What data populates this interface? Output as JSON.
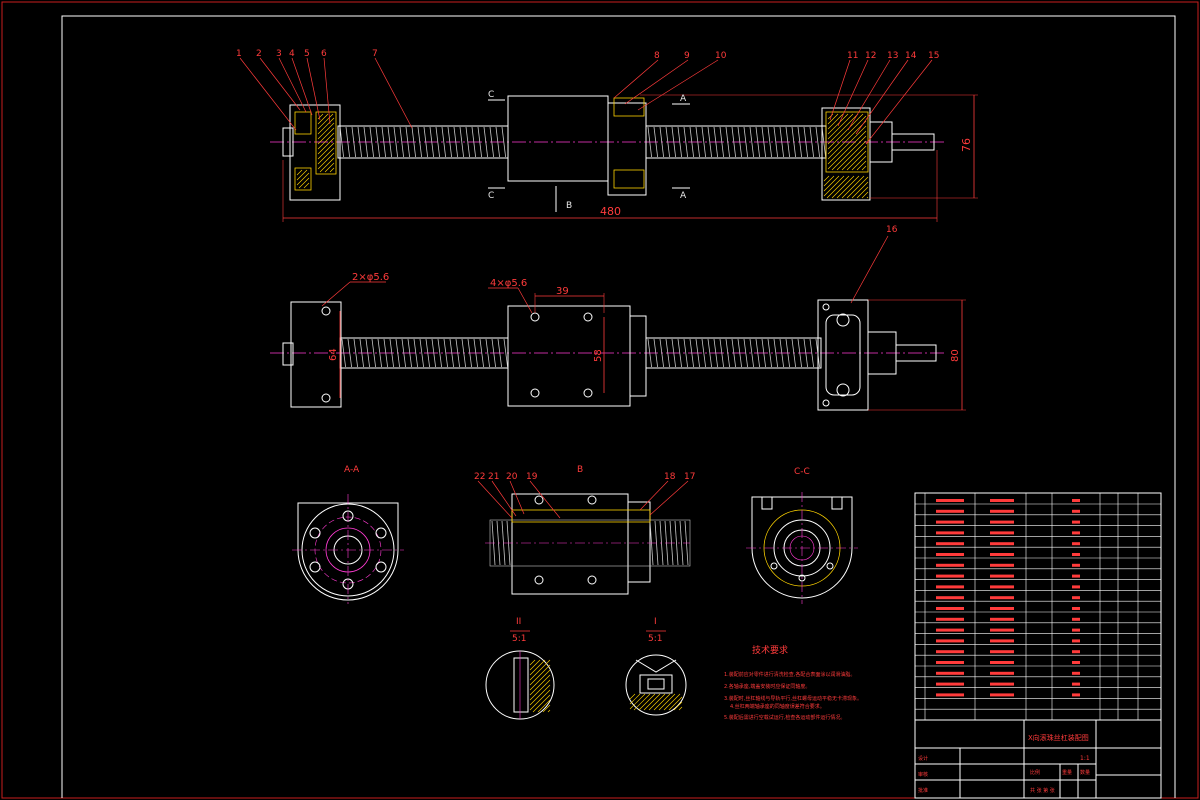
{
  "colors": {
    "background": "#000000",
    "frame": "#c81e1e",
    "outline": "#ffffff",
    "dimension": "#ff3b3b",
    "centerline": "#ff3bd2",
    "hatch": "#ffd400",
    "thread": "#c8c8c8"
  },
  "front_view": {
    "balloons": [
      "1",
      "2",
      "3",
      "4",
      "5",
      "6",
      "7",
      "8",
      "9",
      "10",
      "11",
      "12",
      "13",
      "14",
      "15"
    ],
    "section_marks": {
      "left": "C",
      "right": "A",
      "bottom": "B"
    },
    "dim_length": "480",
    "dim_height": "76"
  },
  "top_view": {
    "hole_left": "2×φ5.6",
    "hole_nut": "4×φ5.6",
    "dim_nut_width": "39",
    "dim_left_height": "64",
    "dim_nut_height": "58",
    "dim_right_height": "80",
    "balloon_16": "16"
  },
  "sections": {
    "a_a": "A-A",
    "b": "B",
    "c_c": "C-C",
    "b_balloons": [
      "22",
      "21",
      "20",
      "19",
      "18",
      "17"
    ]
  },
  "details": {
    "detail_ii": {
      "label": "II",
      "scale": "5:1"
    },
    "detail_i": {
      "label": "I",
      "scale": "5:1"
    }
  },
  "notes": {
    "title": "技术要求",
    "line1": "1.装配前应对零件进行清洗检查,各配合表面涂以润滑油脂。",
    "line2": "2.各轴承座,端盖安装时应保证同轴度。",
    "line3": "3.装配时,丝杠轴线与导轨平行,丝杠螺母运动平稳无卡滞现象。",
    "line4": "4.丝杠两端轴承座的同轴度误差符合要求。",
    "line5": "5.装配后需进行空载试运行,检查各运动部件运行情况。"
  },
  "title_block": {
    "drawing_title": "X向滚珠丝杠装配图",
    "scale_value": "1:1",
    "label_scale": "比例",
    "label_weight": "重量",
    "label_qty": "数量",
    "label_design": "设计",
    "label_check": "审核",
    "label_approve": "批准",
    "label_sheet": "共 张 第 张"
  }
}
